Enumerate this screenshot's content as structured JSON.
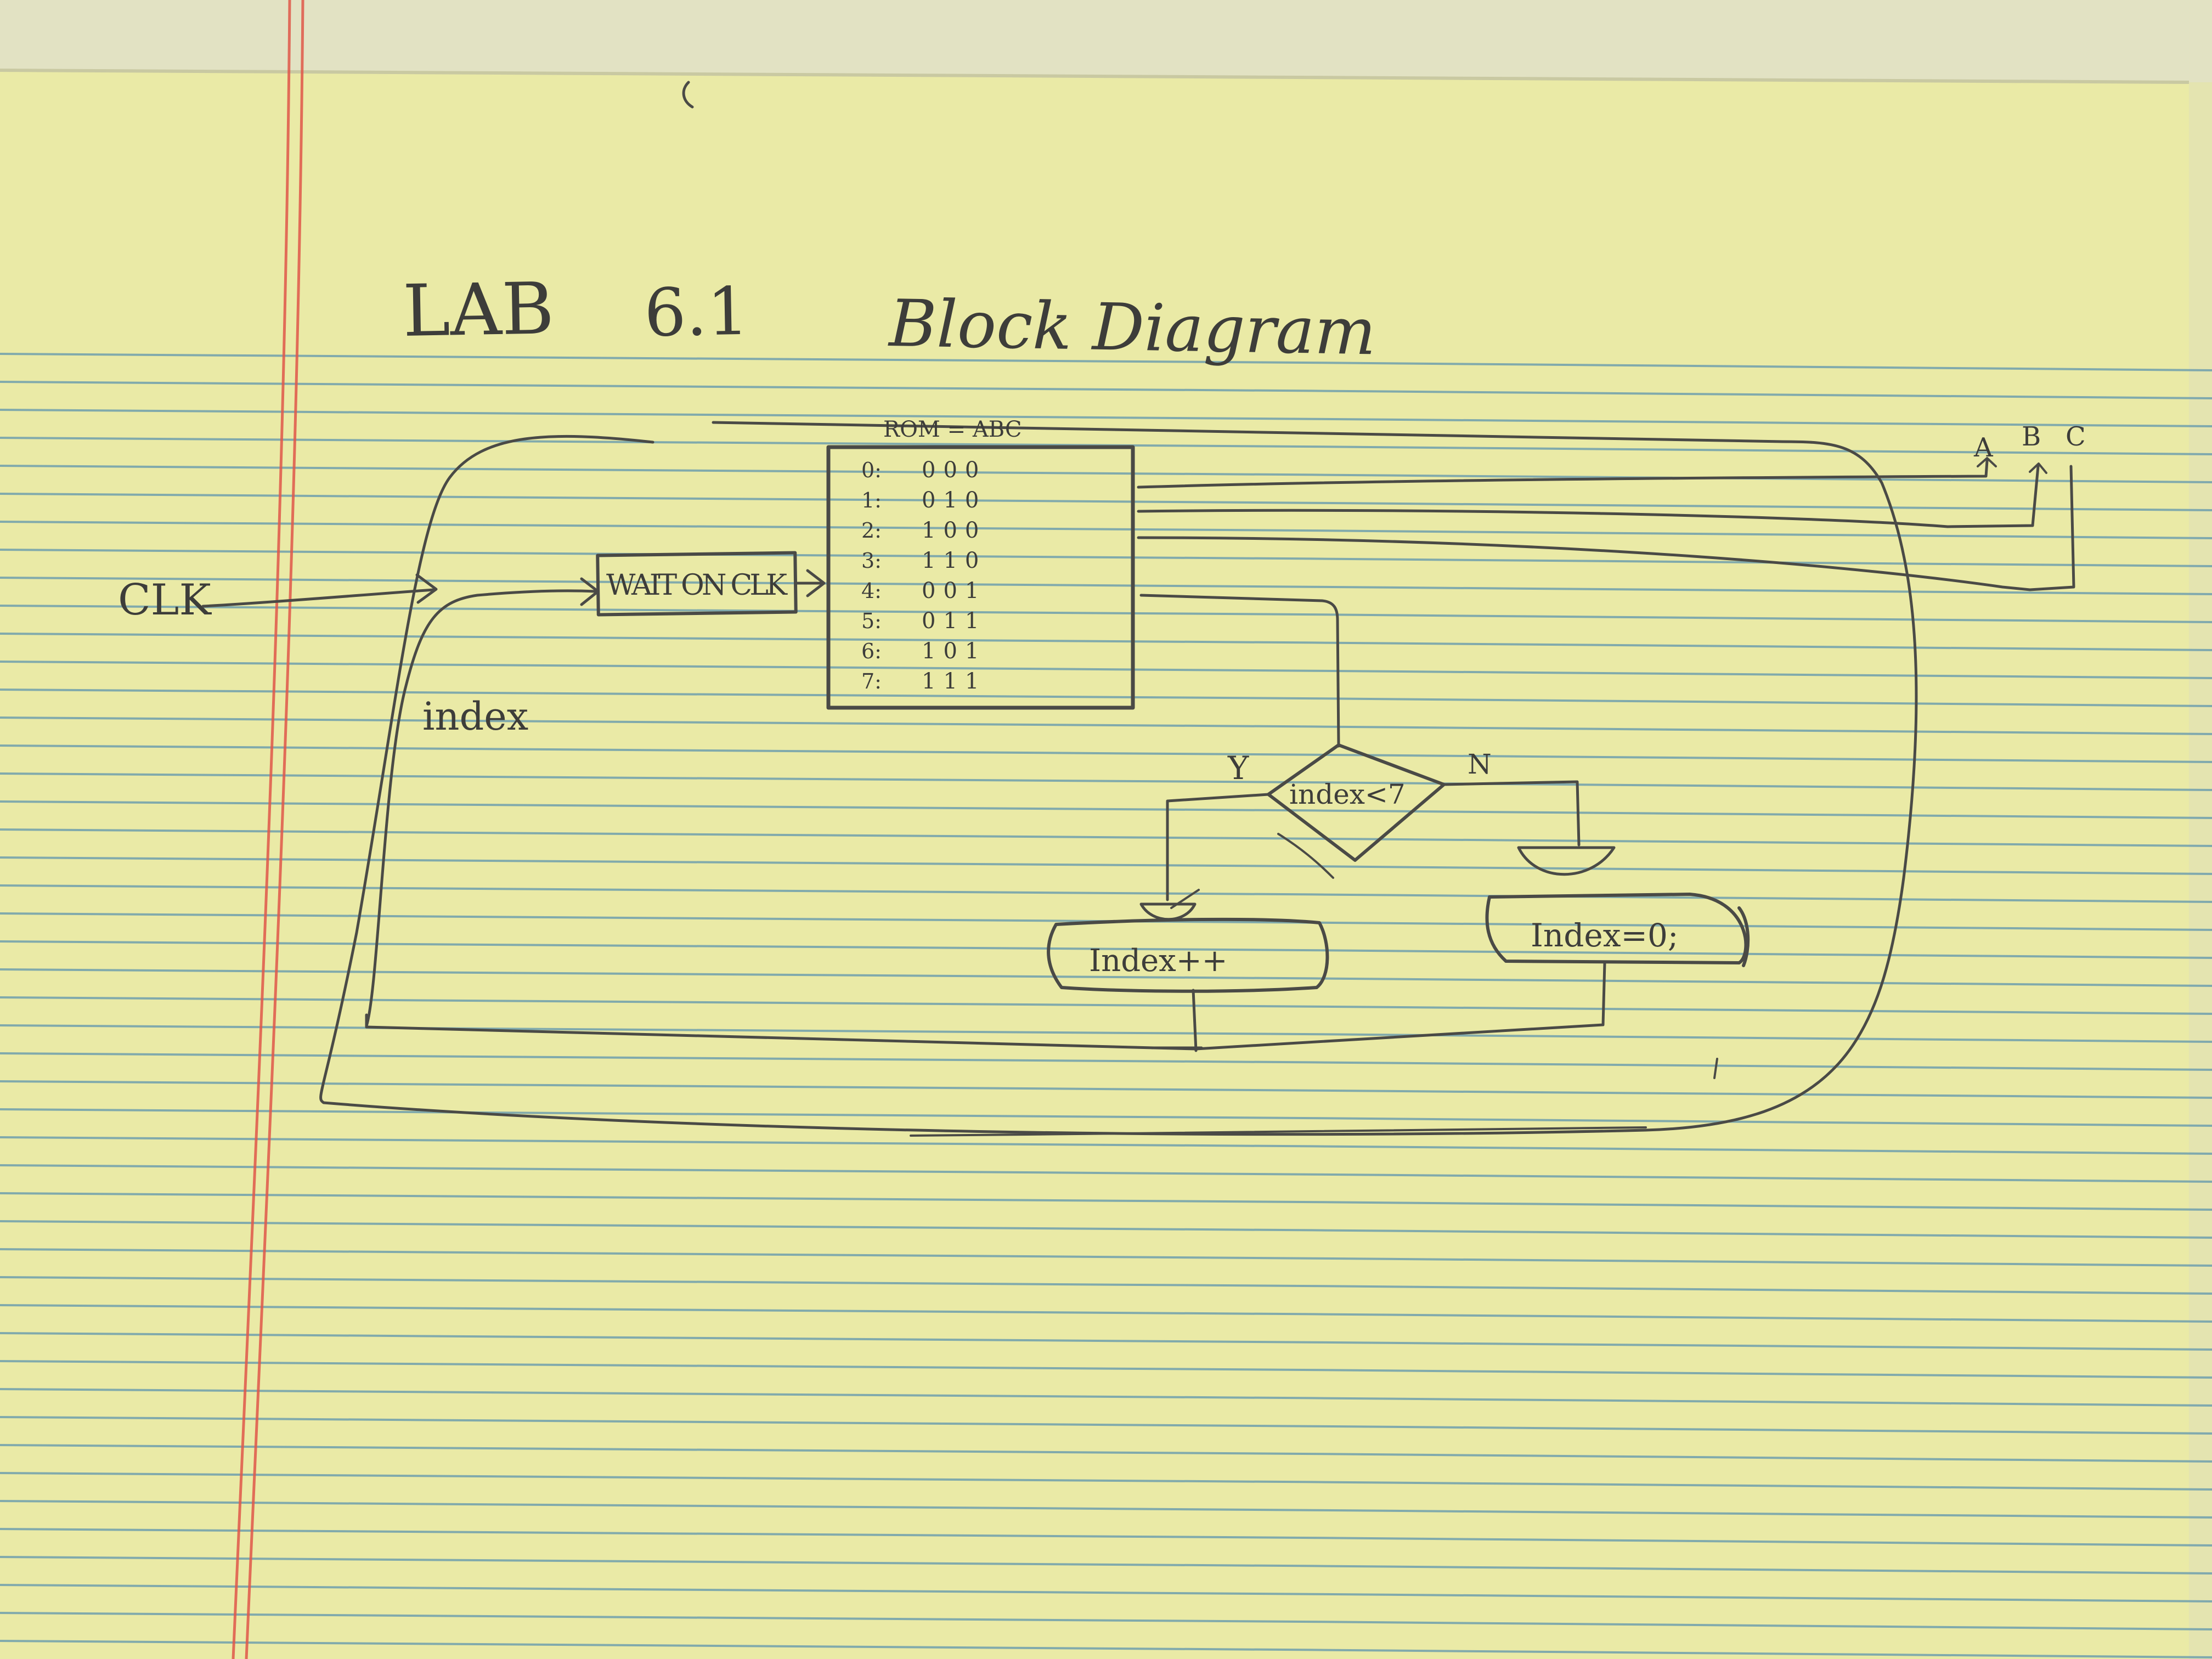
{
  "title": {
    "lab": "LAB",
    "number": "6.1",
    "name": "Block Diagram"
  },
  "rom": {
    "label": "ROM = ABC",
    "rows": [
      {
        "index": "0:",
        "value": "000"
      },
      {
        "index": "1:",
        "value": "010"
      },
      {
        "index": "2:",
        "value": "100"
      },
      {
        "index": "3:",
        "value": "110"
      },
      {
        "index": "4:",
        "value": "001"
      },
      {
        "index": "5:",
        "value": "011"
      },
      {
        "index": "6:",
        "value": "101"
      },
      {
        "index": "7:",
        "value": "111"
      }
    ]
  },
  "input": {
    "clk": "CLK"
  },
  "wait_block": {
    "label": "WAIT ON CLK"
  },
  "outputs": {
    "a": "A",
    "b": "B",
    "c": "C"
  },
  "decision": {
    "label": "index<7",
    "yes": "Y",
    "no": "N"
  },
  "actions": {
    "increment": "Index++",
    "reset": "Index=0;"
  },
  "loop_label": "index",
  "colors": {
    "paper": "#eaeaa6",
    "paper_top": "#e3e3c4",
    "rule_line": "#6f9fae",
    "margin_line": "#e0584a",
    "pencil": "#4a4a46"
  }
}
